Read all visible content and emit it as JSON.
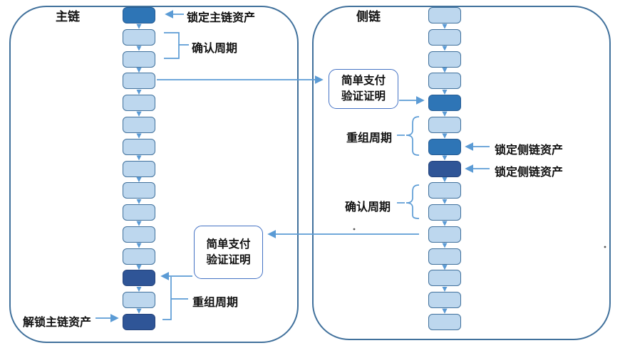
{
  "colors": {
    "accent_line": "#5B9BD5",
    "container_border": "#41719C",
    "block_light_fill": "#BDD7EE",
    "block_medium_fill": "#2E75B6",
    "block_dark_fill": "#2F5597",
    "spv_box_border": "#4472C4",
    "text": "#111111"
  },
  "main_chain": {
    "title": "主链",
    "blocks": [
      "medium",
      "light",
      "light",
      "light",
      "light",
      "light",
      "light",
      "light",
      "light",
      "light",
      "light",
      "light",
      "dark",
      "light",
      "dark"
    ]
  },
  "side_chain": {
    "title": "侧链",
    "blocks": [
      "light",
      "light",
      "light",
      "light",
      "medium",
      "light",
      "medium",
      "dark",
      "light",
      "light",
      "light",
      "light",
      "light",
      "light",
      "light"
    ]
  },
  "labels": {
    "lock_main": "锁定主链资产",
    "confirm_main": "确认周期",
    "reorg_main": "重组周期",
    "unlock_main": "解锁主链资产",
    "lock_side_1": "锁定侧链资产",
    "lock_side_2": "锁定侧链资产",
    "reorg_side": "重组周期",
    "confirm_side": "确认周期",
    "spv1_line1": "简单支付",
    "spv1_line2": "验证证明",
    "spv2_line1": "简单支付",
    "spv2_line2": "验证证明"
  }
}
